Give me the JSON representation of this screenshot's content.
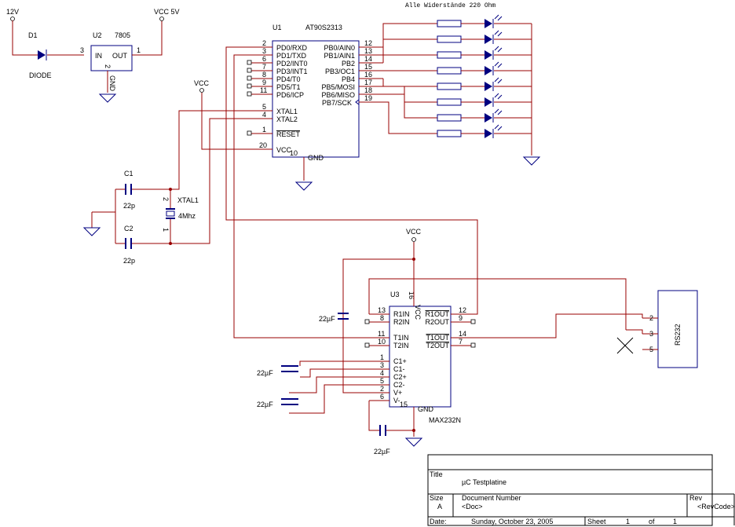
{
  "power": {
    "v12": "12V",
    "vcc5": "VCC  5V",
    "vcc": "VCC"
  },
  "d1": {
    "ref": "D1",
    "value": "DIODE"
  },
  "u2": {
    "ref": "U2",
    "part": "7805",
    "in": "IN",
    "out": "OUT",
    "gnd": "GND",
    "pin_in": "3",
    "pin_out": "1",
    "pin_gnd": "2"
  },
  "note": "Alle Widerstände 220 Ohm",
  "u1": {
    "ref": "U1",
    "part": "AT90S2313",
    "left_pins": [
      {
        "num": "2",
        "name": "PD0/RXD"
      },
      {
        "num": "3",
        "name": "PD1/TXD"
      },
      {
        "num": "6",
        "name": "PD2/INT0"
      },
      {
        "num": "7",
        "name": "PD3/INT1"
      },
      {
        "num": "8",
        "name": "PD4/T0"
      },
      {
        "num": "9",
        "name": "PD5/T1"
      },
      {
        "num": "11",
        "name": "PD6/ICP"
      }
    ],
    "xtal1": {
      "num": "5",
      "name": "XTAL1"
    },
    "xtal2": {
      "num": "4",
      "name": "XTAL2"
    },
    "reset": {
      "num": "1",
      "name": "RESET"
    },
    "vcc": {
      "num": "20",
      "name": "VCC"
    },
    "gnd": {
      "num": "10",
      "name": "GND"
    },
    "right_pins": [
      {
        "num": "12",
        "name": "PB0/AIN0"
      },
      {
        "num": "13",
        "name": "PB1/AIN1"
      },
      {
        "num": "14",
        "name": "PB2"
      },
      {
        "num": "15",
        "name": "PB3/OC1"
      },
      {
        "num": "16",
        "name": "PB4"
      },
      {
        "num": "17",
        "name": "PB5/MOSI"
      },
      {
        "num": "18",
        "name": "PB6/MISO"
      },
      {
        "num": "19",
        "name": "PB7/SCK"
      }
    ]
  },
  "c1": {
    "ref": "C1",
    "value": "22p"
  },
  "c2": {
    "ref": "C2",
    "value": "22p"
  },
  "xtal": {
    "ref": "XTAL1",
    "value": "4Mhz",
    "pin1": "1",
    "pin2": "2"
  },
  "u3": {
    "ref": "U3",
    "part": "MAX232N",
    "vcc_num": "16",
    "vcc_name": "VCC",
    "gnd_num": "15",
    "gnd_name": "GND",
    "left_pins": [
      {
        "num": "13",
        "name": "R1IN"
      },
      {
        "num": "8",
        "name": "R2IN"
      },
      {
        "num": "11",
        "name": "T1IN"
      },
      {
        "num": "10",
        "name": "T2IN"
      },
      {
        "num": "1",
        "name": "C1+"
      },
      {
        "num": "3",
        "name": "C1-"
      },
      {
        "num": "4",
        "name": "C2+"
      },
      {
        "num": "5",
        "name": "C2-"
      },
      {
        "num": "2",
        "name": "V+"
      },
      {
        "num": "6",
        "name": "V-"
      }
    ],
    "right_pins": [
      {
        "num": "12",
        "name": "R1OUT"
      },
      {
        "num": "9",
        "name": "R2OUT"
      },
      {
        "num": "14",
        "name": "T1OUT"
      },
      {
        "num": "7",
        "name": "T2OUT"
      }
    ]
  },
  "caps_22u": {
    "value": "22µF"
  },
  "rs232": {
    "label": "RS232",
    "pins": [
      "2",
      "3",
      "5"
    ]
  },
  "title_block": {
    "title_label": "Title",
    "title": "µC Testplatine",
    "size_label": "Size",
    "size": "A",
    "docnum_label": "Document Number",
    "docnum": "<Doc>",
    "rev_label": "Rev",
    "rev": "<RevCode>",
    "date_label": "Date:",
    "date": "Sunday, October 23, 2005",
    "sheet_label": "Sheet",
    "sheet": "1",
    "of_label": "of",
    "of": "1"
  }
}
